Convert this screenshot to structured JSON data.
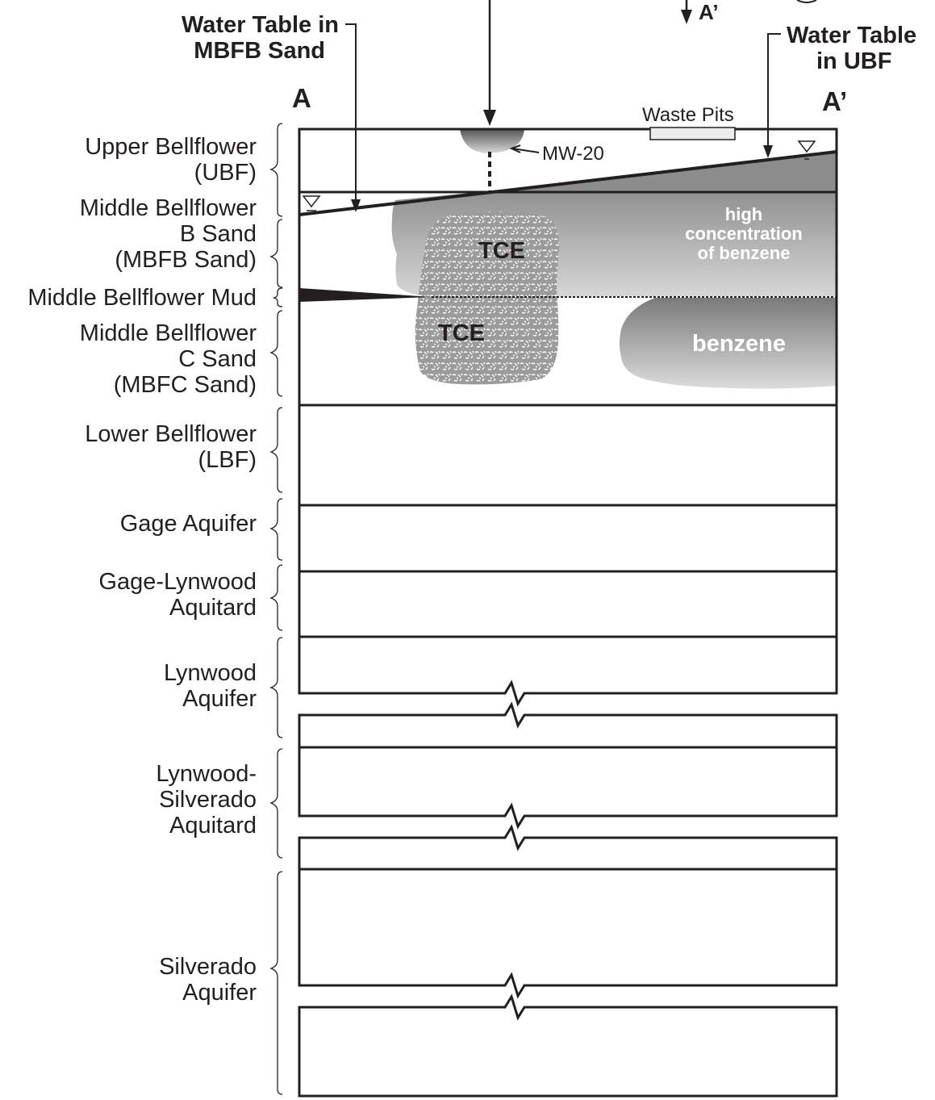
{
  "callouts": {
    "wt_mbfb_line1": "Water Table in",
    "wt_mbfb_line2": "MBFB Sand",
    "wt_ubf_line1": "Water Table",
    "wt_ubf_line2": "in UBF",
    "section_a": "A",
    "section_a_prime": "A’",
    "north_a_prime": "A’"
  },
  "features": {
    "waste_pits": "Waste Pits",
    "well": "MW-20",
    "tce_upper": "TCE",
    "tce_lower": "TCE",
    "benzene_high_line1": "high",
    "benzene_high_line2": "concentration",
    "benzene_high_line3": "of benzene",
    "benzene": "benzene"
  },
  "layers": [
    {
      "lines": [
        "Upper Bellflower",
        "(UBF)"
      ]
    },
    {
      "lines": [
        "Middle Bellflower",
        "B Sand",
        "(MBFB Sand)"
      ]
    },
    {
      "lines": [
        "Middle Bellflower Mud"
      ]
    },
    {
      "lines": [
        "Middle Bellflower",
        "C Sand",
        "(MBFC Sand)"
      ]
    },
    {
      "lines": [
        "Lower Bellflower",
        "(LBF)"
      ]
    },
    {
      "lines": [
        "Gage Aquifer"
      ]
    },
    {
      "lines": [
        "Gage-Lynwood",
        "Aquitard"
      ]
    },
    {
      "lines": [
        "Lynwood",
        "Aquifer"
      ]
    },
    {
      "lines": [
        "Lynwood-",
        "Silverado",
        "Aquitard"
      ]
    },
    {
      "lines": [
        "Silverado",
        "Aquifer"
      ]
    }
  ],
  "colors": {
    "ink": "#231f20",
    "plume_dark": "#7d7d7d",
    "plume_light": "#d4d4d4",
    "tce_fill": "#9a9a9a"
  }
}
